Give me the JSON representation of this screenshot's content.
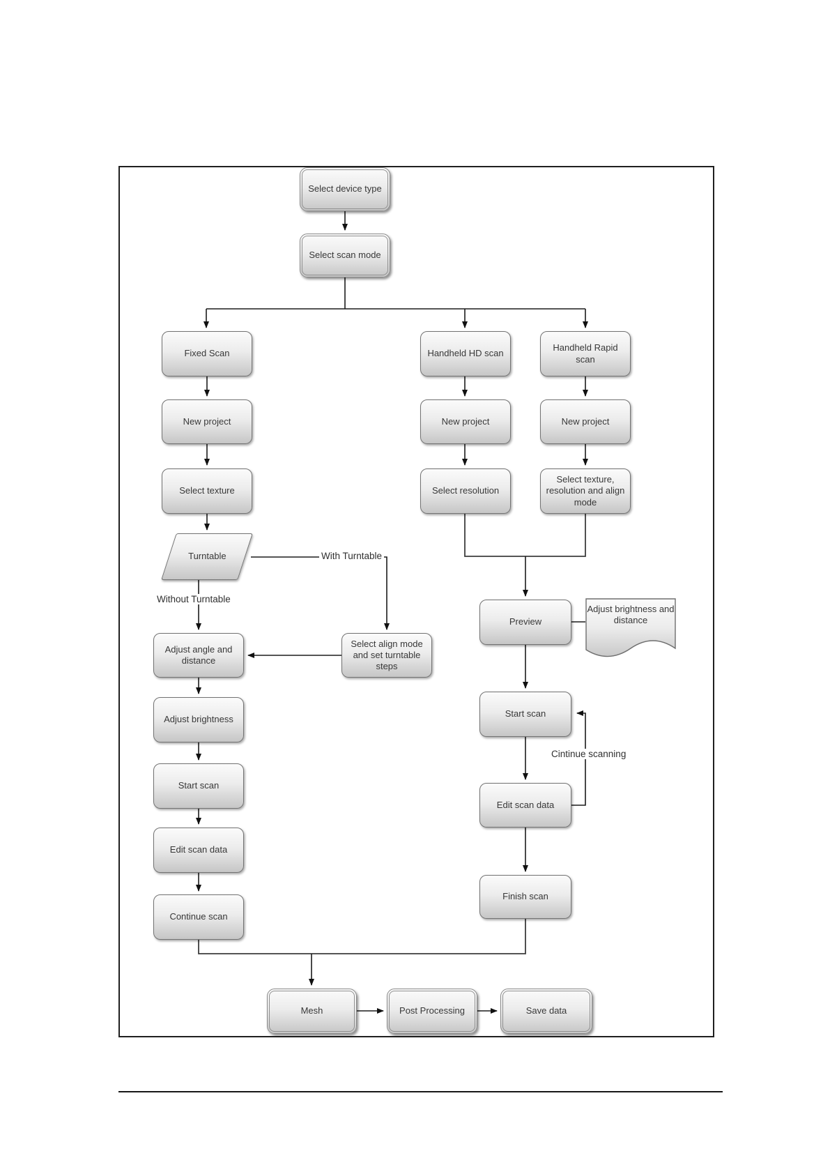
{
  "page": {
    "background": "#ffffff"
  },
  "diagram": {
    "nodes": {
      "select_device_type": "Select device type",
      "select_scan_mode": "Select scan mode",
      "fixed_scan": "Fixed Scan",
      "handheld_hd_scan": "Handheld HD scan",
      "handheld_rapid_scan": "Handheld Rapid scan",
      "new_project_left": "New project",
      "new_project_mid": "New project",
      "new_project_right": "New project",
      "select_texture": "Select texture",
      "select_resolution": "Select resolution",
      "select_texture_resolution_align": "Select texture, resolution and align mode",
      "turntable": "Turntable",
      "adjust_angle_distance": "Adjust angle and distance",
      "select_align_mode": "Select align mode and set turntable steps",
      "adjust_brightness": "Adjust brightness",
      "start_scan_left": "Start scan",
      "edit_scan_data_left": "Edit scan data",
      "continue_scan": "Continue scan",
      "preview": "Preview",
      "adjust_brightness_distance": "Adjust brightness and distance",
      "start_scan_right": "Start scan",
      "edit_scan_data_right": "Edit scan data",
      "finish_scan": "Finish scan",
      "mesh": "Mesh",
      "post_processing": "Post Processing",
      "save_data": "Save data"
    },
    "edge_labels": {
      "with_turntable": "With Turntable",
      "without_turntable": "Without Turntable",
      "continue_scanning": "Cintinue scanning"
    },
    "colors": {
      "node_border": "#737373",
      "node_fill_top": "#fbfbfb",
      "node_fill_bottom": "#c6c6c6",
      "line": "#1b1b1b",
      "text": "#383838",
      "frame_border": "#1f1f1f"
    }
  }
}
